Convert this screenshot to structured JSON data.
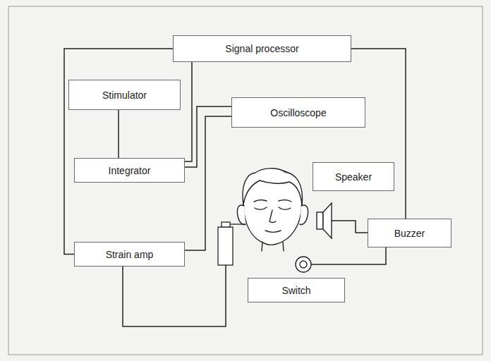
{
  "diagram": {
    "nodes": [
      {
        "text": [
          "Signal processor"
        ]
      },
      {
        "text": [
          "Stimulator"
        ]
      },
      {
        "text": [
          "Oscilloscope"
        ]
      },
      {
        "text": [
          "Integrator"
        ]
      },
      {
        "text": [
          "Speaker"
        ]
      },
      {
        "text": [
          "Buzzer"
        ]
      },
      {
        "text": [
          "Strain amp"
        ]
      },
      {
        "text": [
          "Switch"
        ]
      }
    ],
    "edges": [
      {
        "from": 0,
        "to": 6,
        "arrow": "none"
      },
      {
        "from": 0,
        "to": 5,
        "arrow": "none"
      },
      {
        "from": 0,
        "to": 3,
        "arrow": "none"
      },
      {
        "from": 1,
        "to": 3,
        "arrow": "none"
      },
      {
        "from": 3,
        "to": 2,
        "arrow": "none"
      },
      {
        "from": 6,
        "to": 2,
        "arrow": "none"
      }
    ]
  }
}
